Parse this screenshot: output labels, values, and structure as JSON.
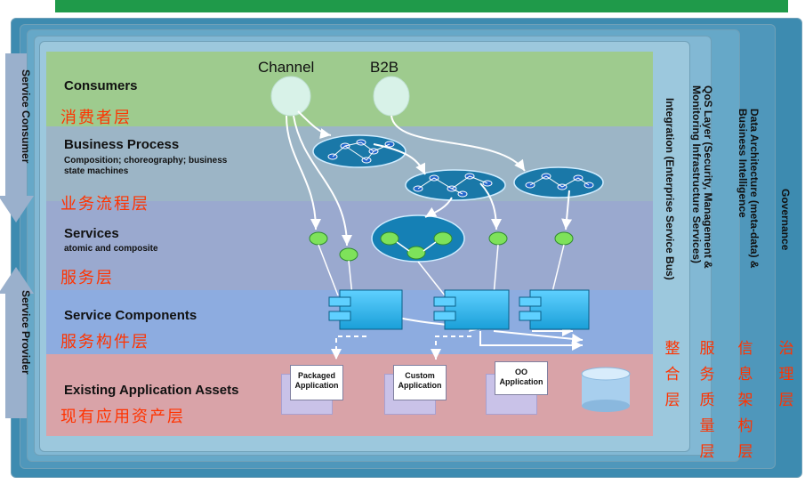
{
  "layers": [
    {
      "en": "Consumers",
      "cn": "消费者层"
    },
    {
      "en": "Business Process",
      "sub": "Composition; choreography; business state machines",
      "cn": "业务流程层"
    },
    {
      "en": "Services",
      "sub": "atomic and composite",
      "cn": "服务层"
    },
    {
      "en": "Service Components",
      "cn": "服务构件层"
    },
    {
      "en": "Existing Application Assets",
      "cn": "现有应用资产层"
    }
  ],
  "left_labels": {
    "consumer": "Service Consumer",
    "provider": "Service Provider"
  },
  "top_labels": {
    "channel": "Channel",
    "b2b": "B2B"
  },
  "apps": [
    "Packaged Application",
    "Custom Application",
    "OO Application"
  ],
  "vertical_layers": [
    {
      "en": "Integration (Enterprise Service Bus)",
      "cn": "整合层"
    },
    {
      "en": "QoS Layer (Security, Management & Monitoring Infrastructure Services)",
      "cn": "服务质量层"
    },
    {
      "en": "Data Architecture (meta-data) & Business Intelligence",
      "cn": "信息架构层"
    },
    {
      "en": "Governance",
      "cn": "治理层"
    }
  ],
  "colors": {
    "top_bar": "#1f9a4a",
    "chinese_text": "#ff3300",
    "component": "#2ab8ee"
  }
}
